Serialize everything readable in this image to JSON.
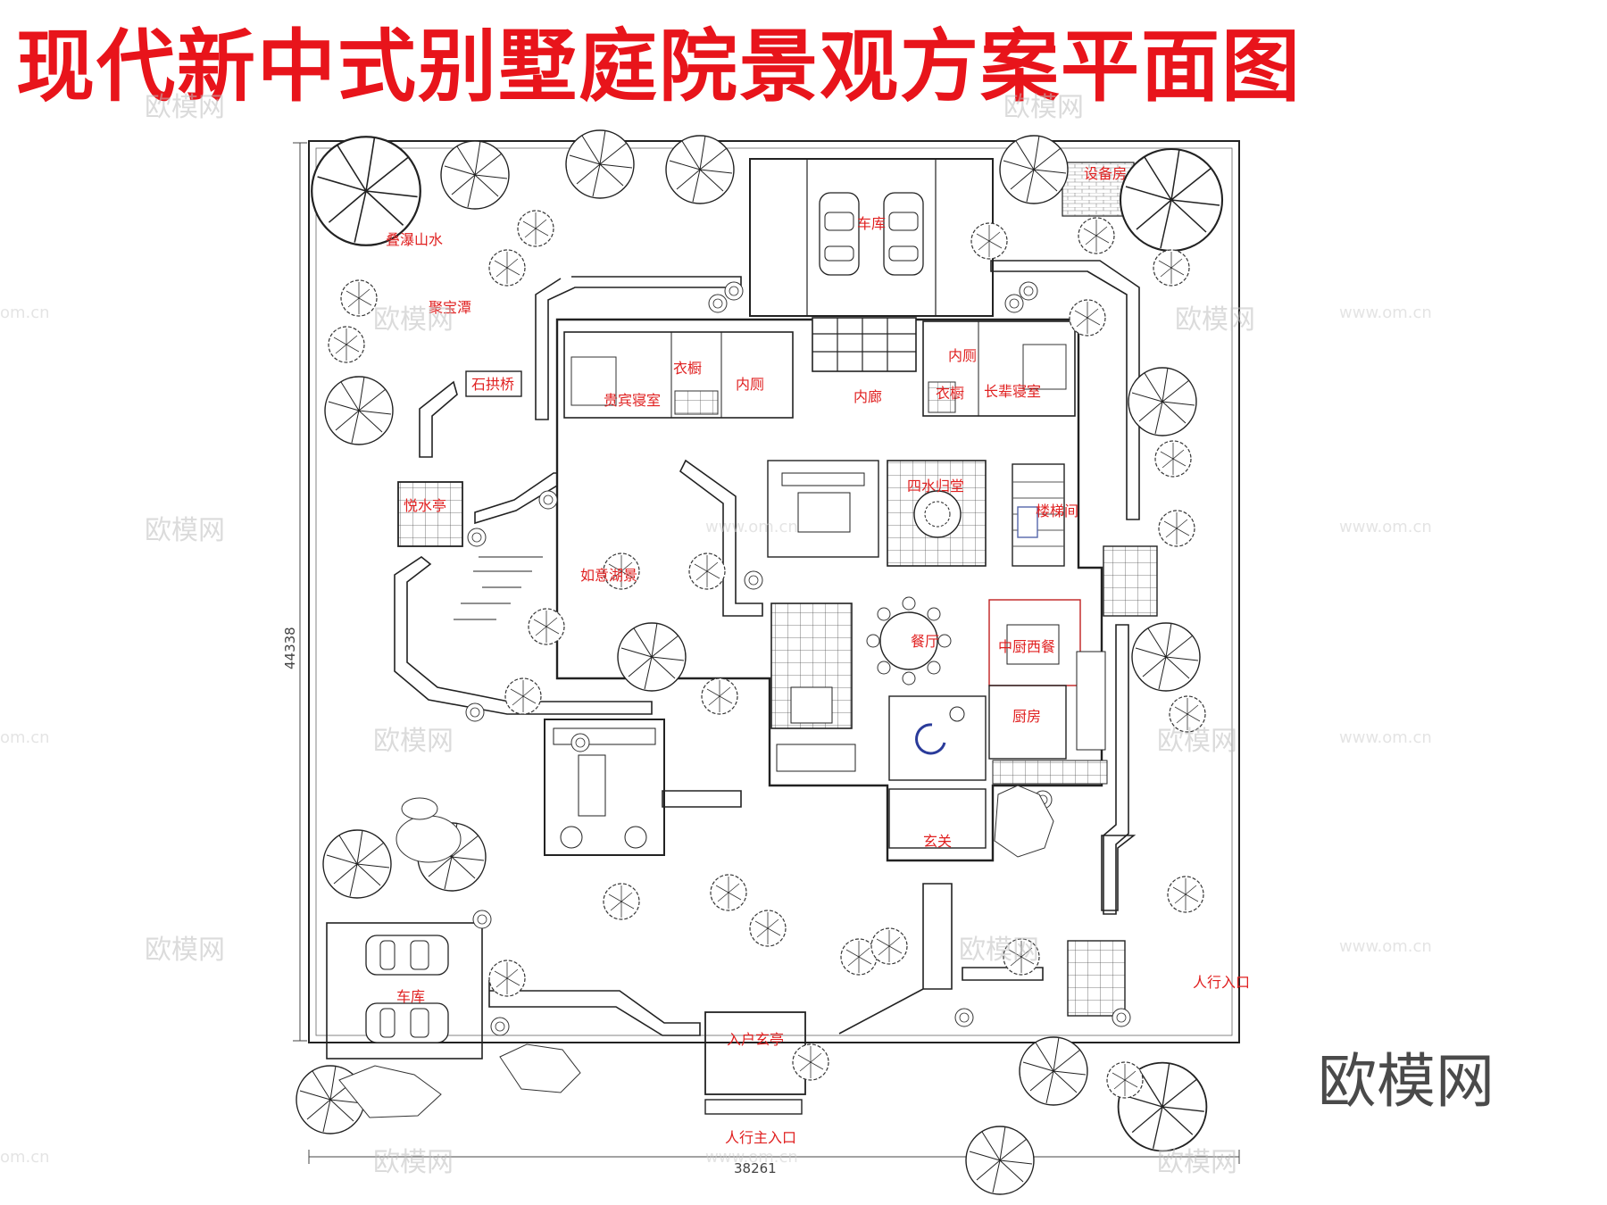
{
  "title": "现代新中式别墅庭院景观方案平面图",
  "rooms": {
    "stacked_landscape": "叠瀑山水",
    "treasure_pool": "聚宝潭",
    "stone_arch_bridge": "石拱桥",
    "pavilion": "悦水亭",
    "lake": "如意湖景",
    "garage_top": "车库",
    "equipment_room": "设备房",
    "guest_bedroom": "贵宾寝室",
    "wardrobe_left": "衣橱",
    "toilet_left": "内厕",
    "corridor": "内廊",
    "toilet_right": "内厕",
    "wardrobe_right": "衣橱",
    "elder_bedroom": "长辈寝室",
    "hall": "四水归堂",
    "stairwell": "楼梯间",
    "dining": "餐厅",
    "western_kitchen": "中厨西餐",
    "kitchen": "厨房",
    "foyer": "玄关",
    "garage_bottom": "车库",
    "entry_pavilion": "入户玄亭",
    "pedestrian_entrance": "人行入口",
    "main_pedestrian_entrance": "人行主入口"
  },
  "dimensions": {
    "height": "44338",
    "width": "38261"
  },
  "watermark": {
    "brand": "欧模网",
    "domain": "www.om.cn",
    "domain_short": "om.cn"
  }
}
